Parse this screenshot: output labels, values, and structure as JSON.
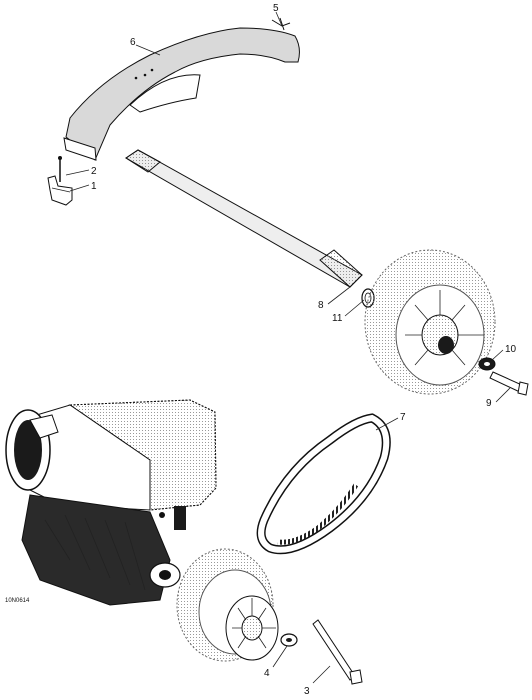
{
  "callouts": {
    "c1": "1",
    "c2": "2",
    "c3": "3",
    "c4": "4",
    "c5": "5",
    "c6": "6",
    "c7": "7",
    "c8": "8",
    "c9": "9",
    "c10": "10",
    "c11": "11"
  },
  "drawing_code": "10N0614",
  "colors": {
    "line": "#111111",
    "shade": "#d0d0d0",
    "dark": "#1a1a1a",
    "paper": "#ffffff"
  }
}
